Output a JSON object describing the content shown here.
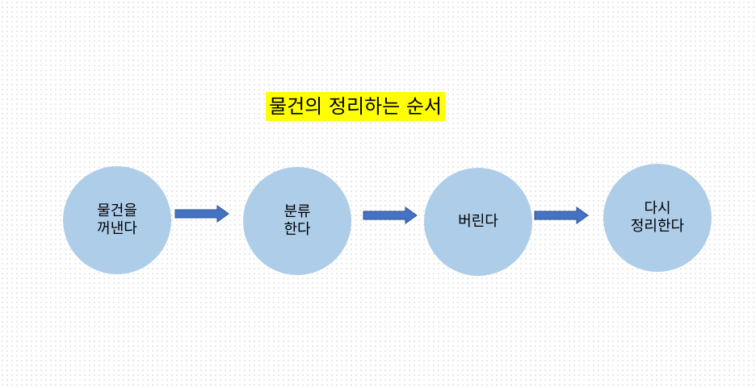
{
  "diagram": {
    "title": "물건의 정리하는 순서",
    "steps": [
      {
        "label": "물건을\n꺼낸다"
      },
      {
        "label": "분류\n한다"
      },
      {
        "label": "버린다"
      },
      {
        "label": "다시\n정리한다"
      }
    ]
  },
  "colors": {
    "circle_fill": "#aecde9",
    "arrow_fill": "#4472c4",
    "arrow_stroke": "#2f528f",
    "title_highlight": "#ffff00"
  }
}
